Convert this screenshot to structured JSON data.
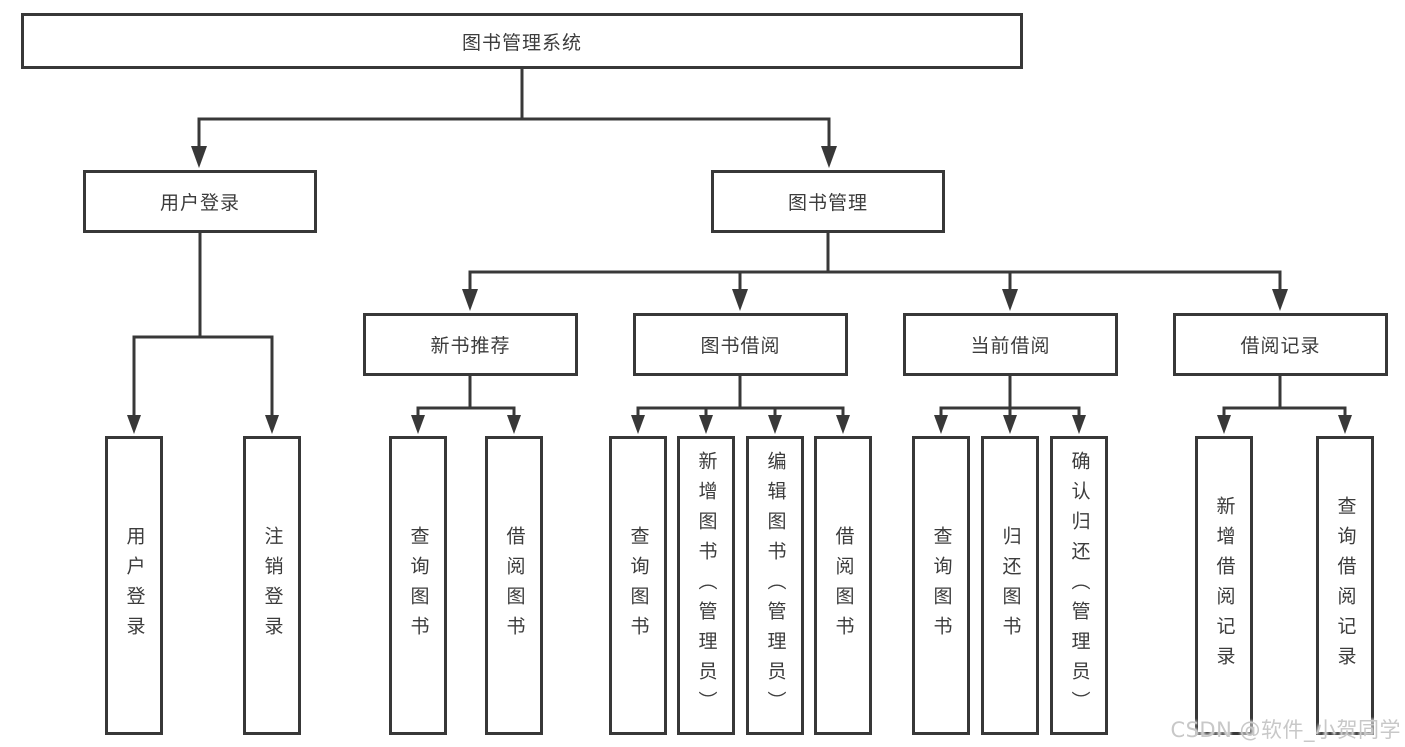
{
  "diagram": {
    "root": {
      "label": "图书管理系统"
    },
    "level1": [
      {
        "label": "用户登录"
      },
      {
        "label": "图书管理"
      }
    ],
    "level2": [
      {
        "label": "新书推荐"
      },
      {
        "label": "图书借阅"
      },
      {
        "label": "当前借阅"
      },
      {
        "label": "借阅记录"
      }
    ],
    "leaves": [
      {
        "label": "用户登录"
      },
      {
        "label": "注销登录"
      },
      {
        "label": "查询图书"
      },
      {
        "label": "借阅图书"
      },
      {
        "label": "查询图书"
      },
      {
        "label": "新增图书（管理员）"
      },
      {
        "label": "编辑图书（管理员）"
      },
      {
        "label": "借阅图书"
      },
      {
        "label": "查询图书"
      },
      {
        "label": "归还图书"
      },
      {
        "label": "确认归还（管理员）"
      },
      {
        "label": "新增借阅记录"
      },
      {
        "label": "查询借阅记录"
      }
    ],
    "watermark": "CSDN @软件_小贺同学",
    "colors": {
      "line": "#383838",
      "text": "#3c3c3c",
      "box_background": "#ffffff",
      "background": "#ffffff",
      "watermark": "#c8c8c8"
    }
  }
}
